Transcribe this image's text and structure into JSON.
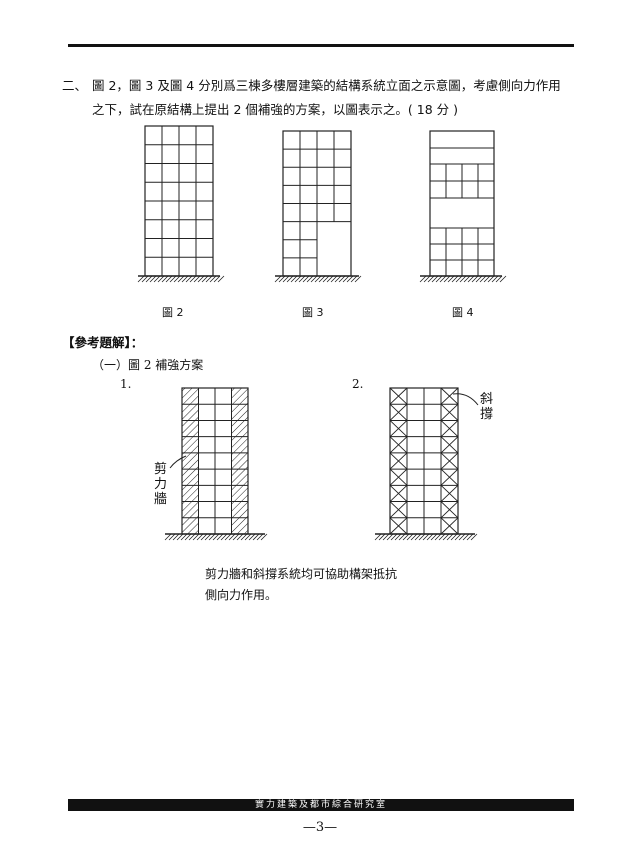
{
  "question": {
    "number": "二、",
    "line1": "圖 2，圖 3 及圖 4 分別爲三棟多樓層建築的結構系統立面之示意圖，考慮側向力作用",
    "line2": "之下，試在原結構上提出 2 個補強的方案，以圖表示之。( 18 分 )"
  },
  "figures": {
    "fig2": "圖 2",
    "fig3": "圖 3",
    "fig4": "圖 4"
  },
  "answer": {
    "title": "【參考題解】：",
    "subtitle": "（一）圖 2 補強方案",
    "option1": "1.",
    "option2": "2.",
    "shear_wall_label": "剪力牆",
    "bracing_label": "斜撐",
    "note_line1": "剪力牆和斜撐系統均可協助構架抵抗",
    "note_line2": "側向力作用。"
  },
  "footer": {
    "institute": "實力建築及都市綜合研究室",
    "page": "—3—"
  }
}
